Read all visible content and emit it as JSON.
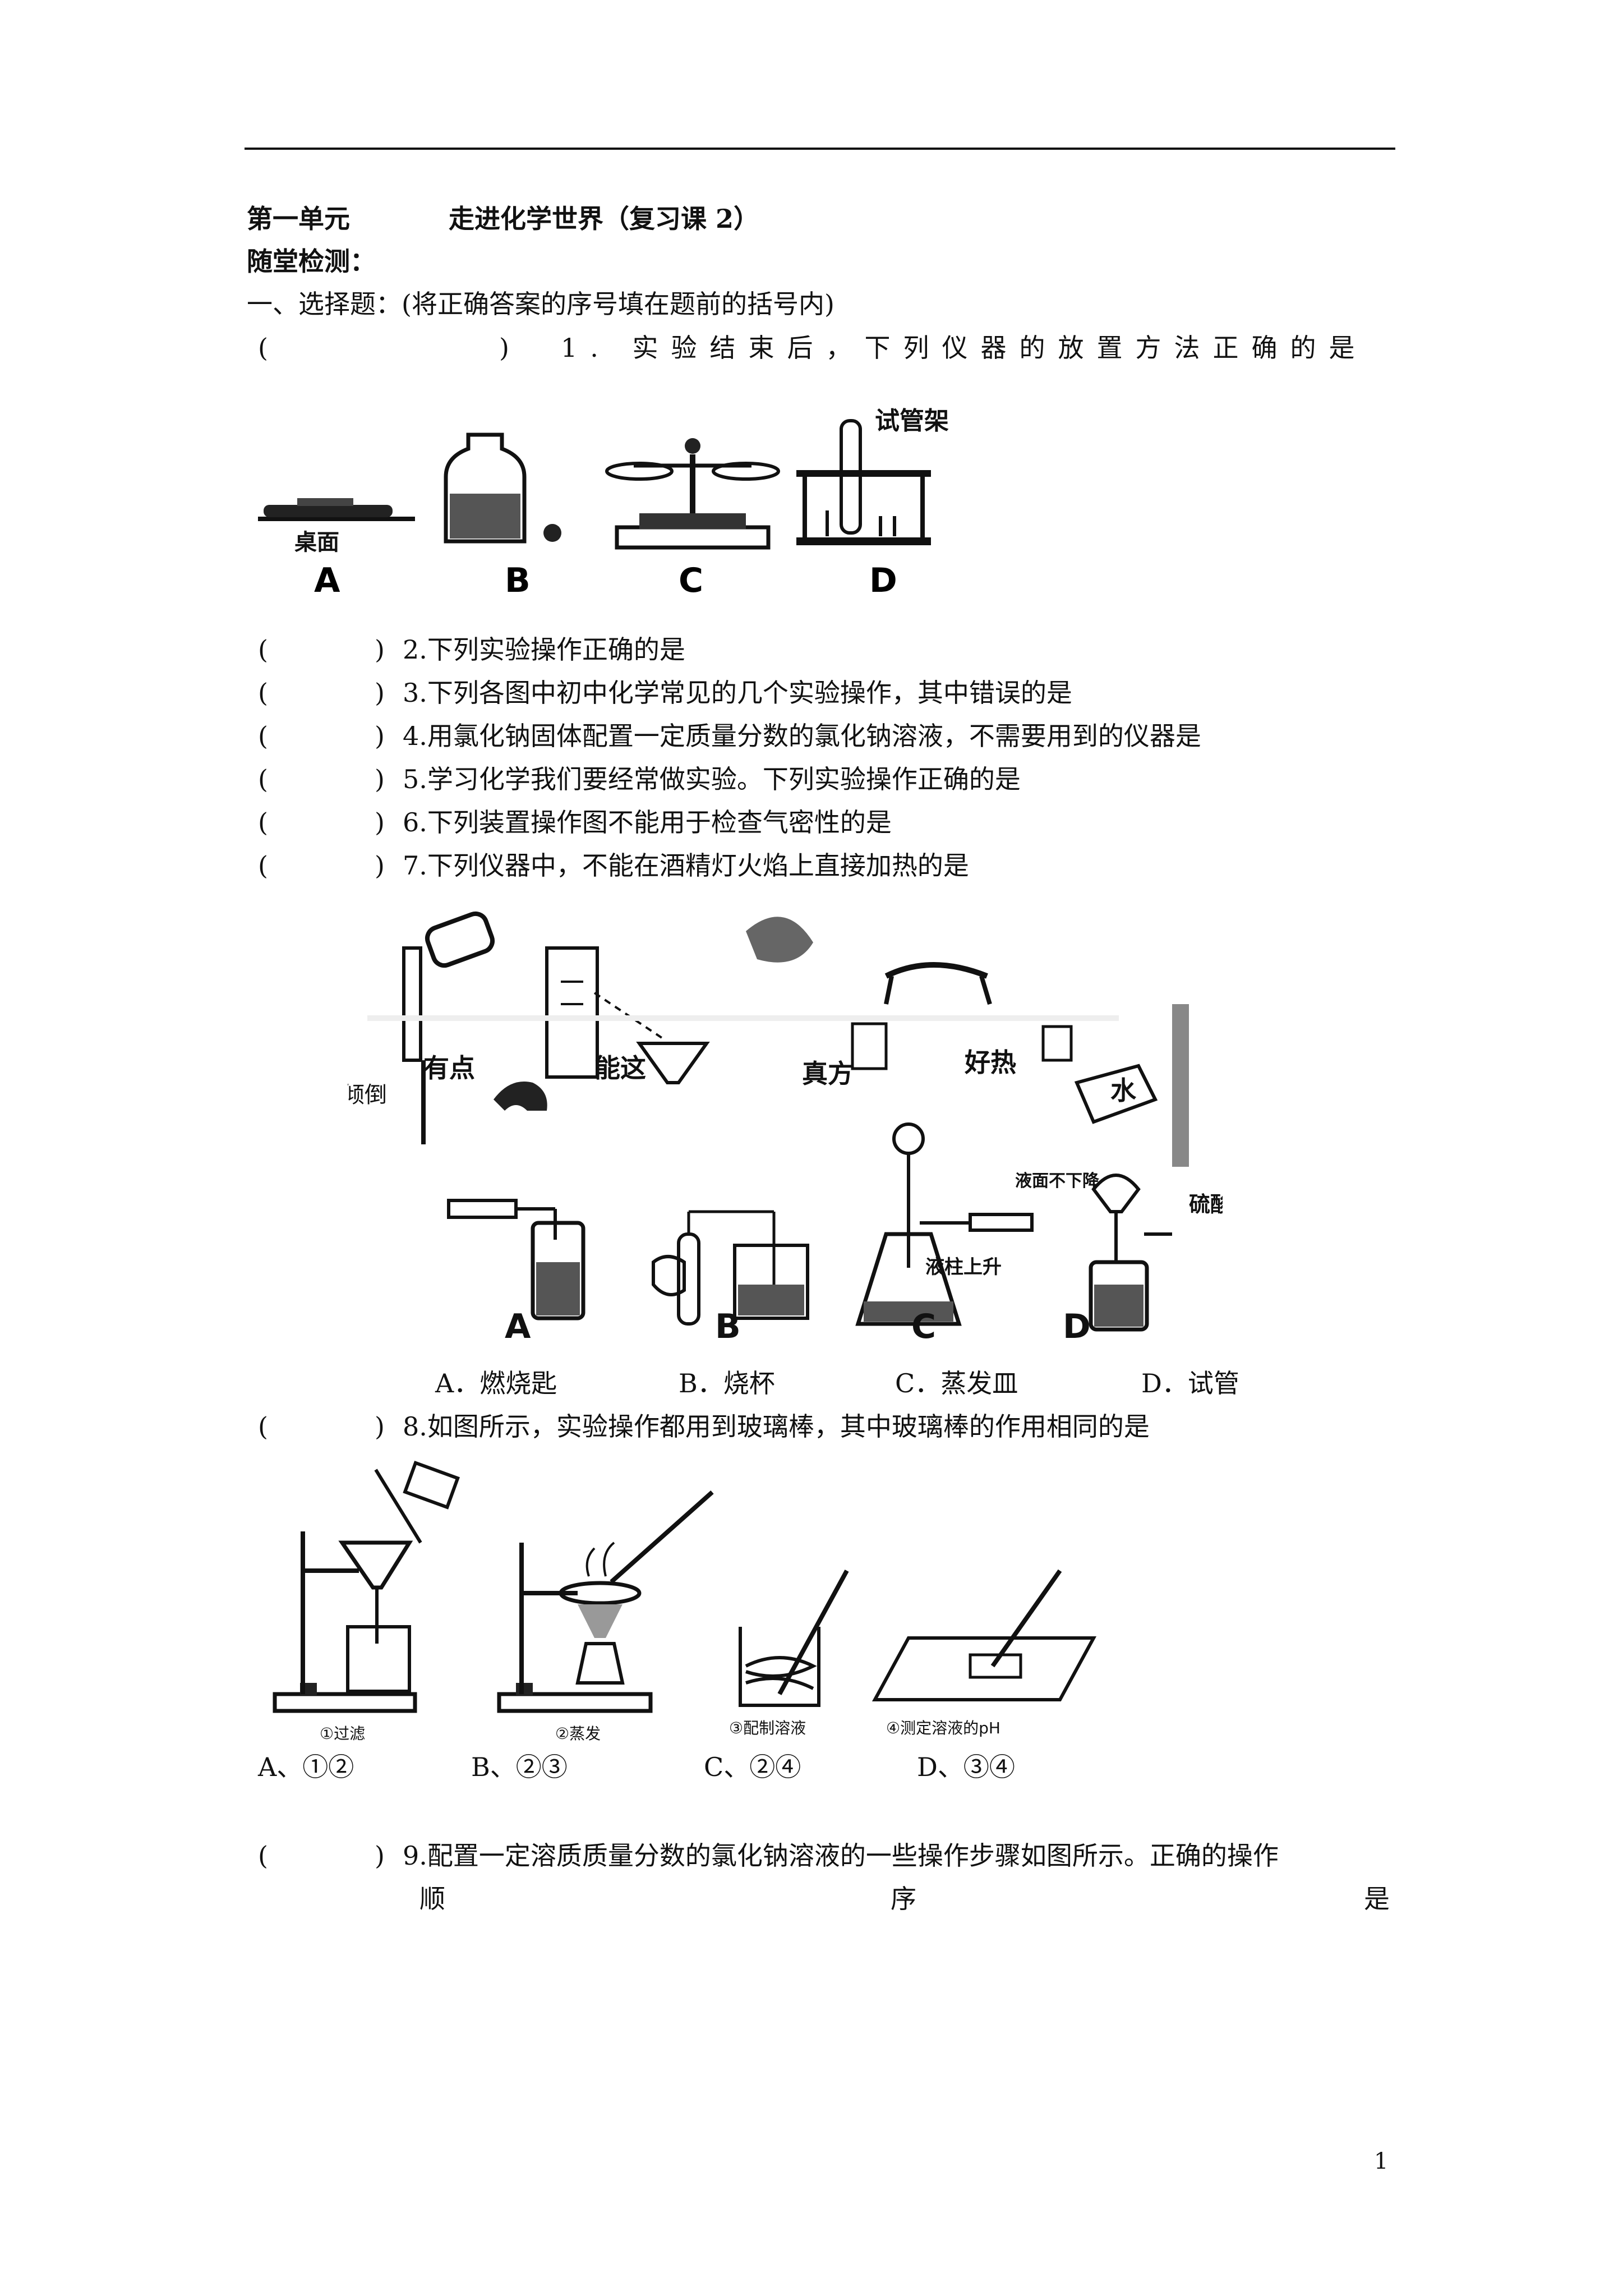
{
  "header": {
    "unit": "第一单元",
    "title": "走进化学世界（复习课 2）",
    "subheading": "随堂检测：",
    "section": "一、选择题：(将正确答案的序号填在题前的括号内)"
  },
  "q1": {
    "paren_open": "(",
    "paren_close": ")",
    "text": "1. 实验结束后，下列仪器的放置方法正确的是",
    "figure_labels": {
      "a": "A",
      "b": "B",
      "c": "C",
      "d": "D"
    },
    "captions": {
      "a": "桌面",
      "d": "试管架"
    }
  },
  "questions": [
    {
      "paren": "(",
      "close": ")",
      "text": "2.下列实验操作正确的是"
    },
    {
      "paren": "(",
      "close": ")",
      "text": "3.下列各图中初中化学常见的几个实验操作，其中错误的是"
    },
    {
      "paren": "(",
      "close": ")",
      "text": "4.用氯化钠固体配置一定质量分数的氯化钠溶液，不需要用到的仪器是"
    },
    {
      "paren": "(",
      "close": ")",
      "text": "5.学习化学我们要经常做实验。下列实验操作正确的是"
    },
    {
      "paren": "(",
      "close": ")",
      "text": "6.下列装置操作图不能用于检查气密性的是"
    },
    {
      "paren": "(",
      "close": ")",
      "text": "7.下列仪器中，不能在酒精灯火焰上直接加热的是"
    }
  ],
  "collage": {
    "fragments": {
      "pour": "倾倒",
      "f1": "有点",
      "f2": "能这",
      "f3": "真方",
      "f4": "好热",
      "water": "水",
      "level": "液面不下降",
      "acid": "硫酸",
      "rise": "液柱上升"
    },
    "labels": {
      "a": "A",
      "b": "B",
      "c": "C",
      "d": "D"
    }
  },
  "q7_options": {
    "a": "A．燃烧匙",
    "b": "B．烧杯",
    "c": "C．蒸发皿",
    "d": "D．试管"
  },
  "q8": {
    "paren": "(",
    "close": ")",
    "text": "8.如图所示，实验操作都用到玻璃棒，其中玻璃棒的作用相同的是",
    "captions": {
      "c1": "①过滤",
      "c2": "②蒸发",
      "c3": "③配制溶液",
      "c4": "④测定溶液的pH"
    },
    "options": {
      "a": "A、①②",
      "b": "B、②③",
      "c": "C、②④",
      "d": "D、③④"
    }
  },
  "q9": {
    "paren": "(",
    "close": ")",
    "text": "9.配置一定溶质质量分数的氯化钠溶液的一些操作步骤如图所示。正确的操作",
    "line2": [
      "顺",
      "序",
      "是"
    ]
  },
  "page_number": "1"
}
